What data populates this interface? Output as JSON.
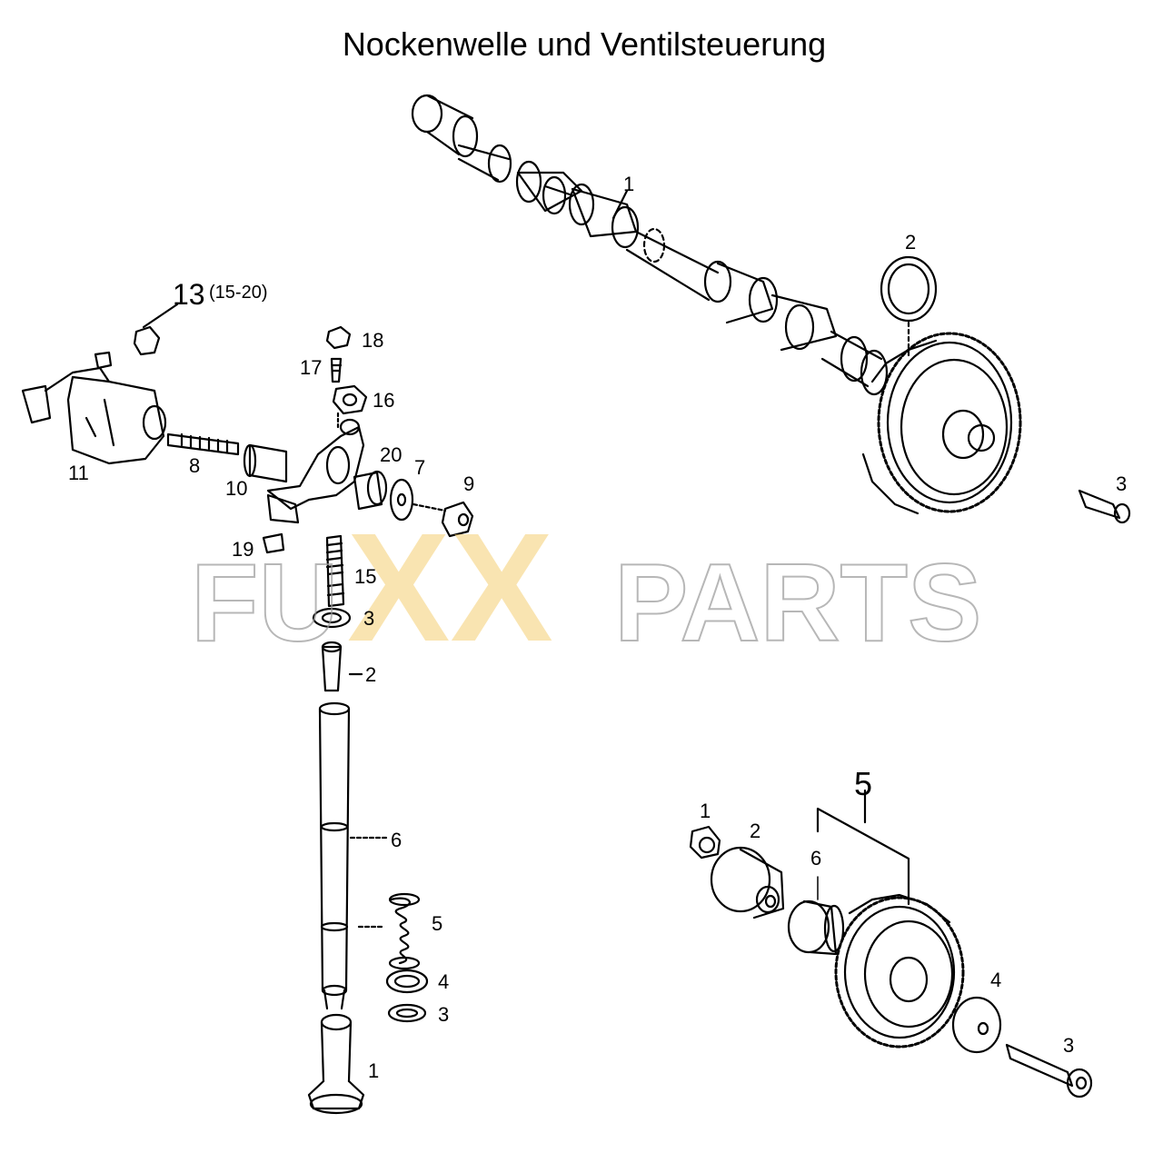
{
  "title": "Nockenwelle und Ventilsteuerung",
  "watermark": {
    "part1": "FU",
    "part2": "XX",
    "part3": "PARTS",
    "outline_color": "#9a9a9a",
    "accent_color": "#f5cf72"
  },
  "labels": {
    "camshaft": {
      "1": "1",
      "2": "2",
      "3": "3"
    },
    "rocker": {
      "13": "13",
      "13_range": "(15-20)",
      "18": "18",
      "17": "17",
      "16": "16",
      "11": "11",
      "8": "8",
      "10": "10",
      "20": "20",
      "7": "7",
      "9": "9",
      "19": "19"
    },
    "valve": {
      "15": "15",
      "3a": "3",
      "2": "2",
      "6": "6",
      "5": "5",
      "4": "4",
      "3b": "3",
      "1": "1"
    },
    "gear": {
      "5": "5",
      "1": "1",
      "2": "2",
      "6": "6",
      "4": "4",
      "3": "3"
    }
  }
}
